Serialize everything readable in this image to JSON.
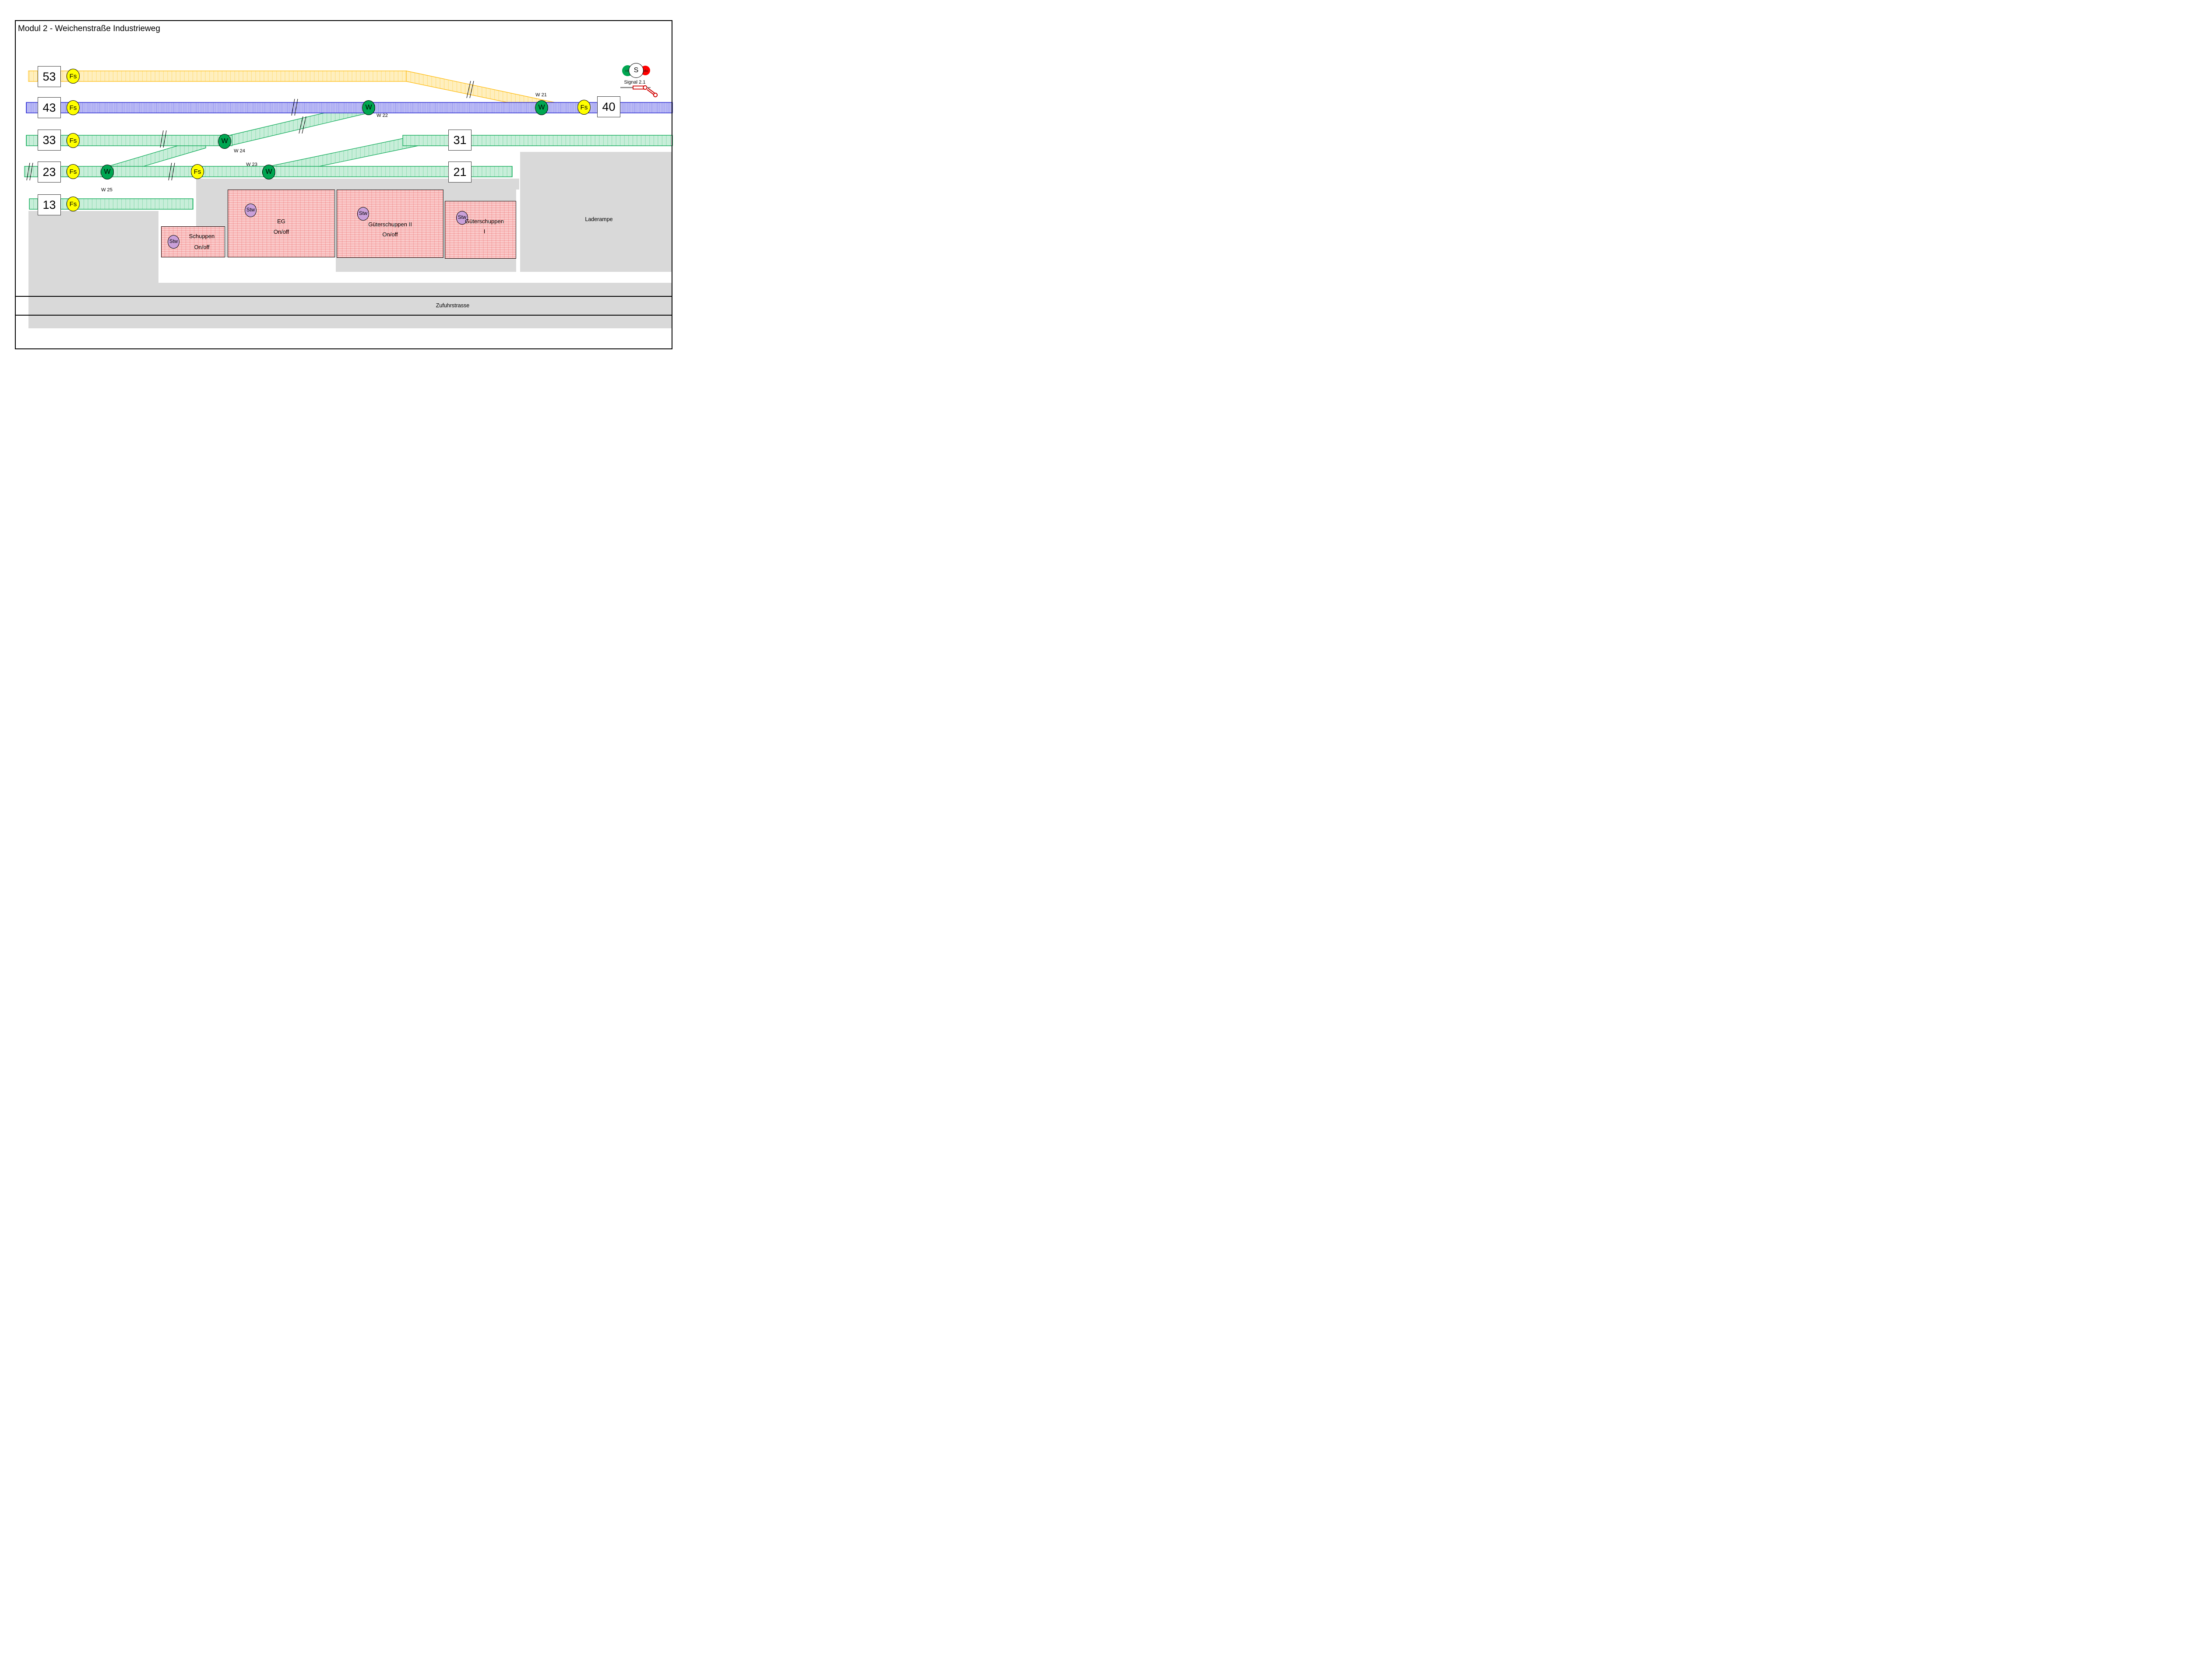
{
  "title": "Modul 2 - Weichenstraße Industrieweg",
  "labels": {
    "fs": "Fs",
    "w": "W",
    "stw": "Stw"
  },
  "track_labels": {
    "53": "53",
    "43": "43",
    "33": "33",
    "23": "23",
    "13": "13",
    "40": "40",
    "31": "31",
    "21": "21"
  },
  "switches": {
    "w21": "W 21",
    "w22": "W 22",
    "w23": "W 23",
    "w24": "W 24",
    "w25": "W 25"
  },
  "buildings": {
    "schuppen": {
      "line1": "Schuppen",
      "line2": "On/off"
    },
    "eg": {
      "line1": "EG",
      "line2": "On/off"
    },
    "gueterschuppen2": {
      "line1": "Güterschuppen II",
      "line2": "On/off"
    },
    "gueterschuppen1": {
      "line1": "Güterschuppen",
      "line2": "I"
    }
  },
  "areas": {
    "laderampe": "Laderampe",
    "zufuhrstrasse": "Zufuhrstrasse"
  },
  "legend": {
    "hp1": "Hp1",
    "s": "S",
    "hp0": "Hp0",
    "caption": "Signal 2.1"
  },
  "colors": {
    "track_green": "#00B050",
    "track_blue": "#1515CC",
    "track_yellow": "#FFC000",
    "switch_green": "#00A651",
    "fs_yellow": "#FFFF00",
    "stw_purple": "#C9A0D9",
    "building_red": "#E10000",
    "area_gray": "#D9D9D9",
    "signal_red": "#D00000"
  }
}
